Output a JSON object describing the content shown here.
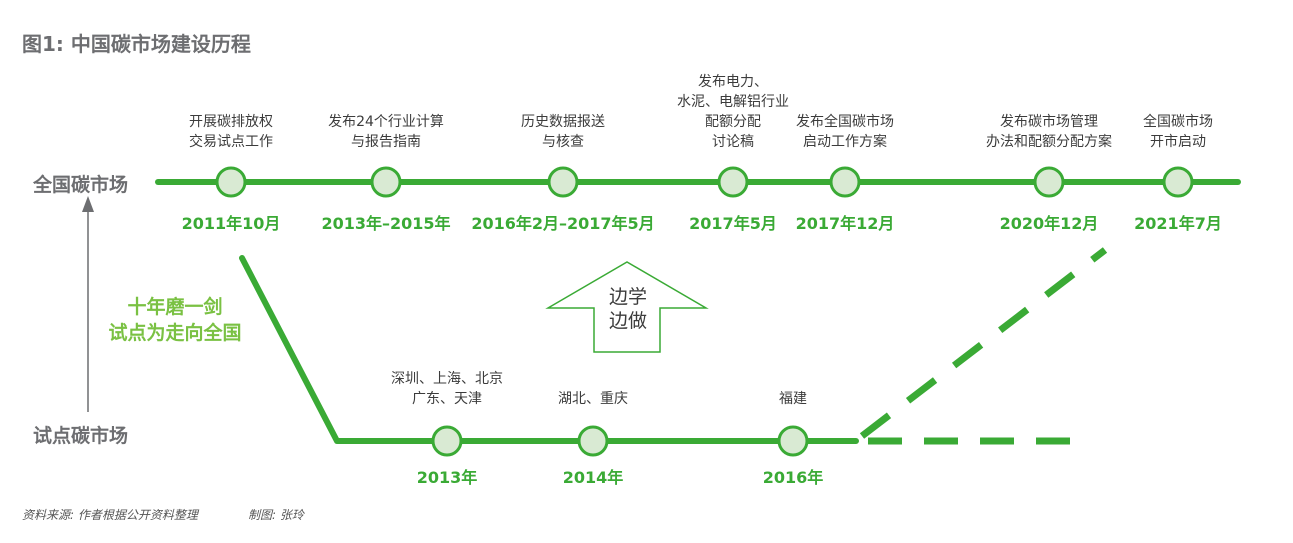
{
  "title": "图1: 中国碳市场建设历程",
  "national_label": "全国碳市场",
  "pilot_label": "试点碳市场",
  "slogan": [
    "十年磨一剑",
    "试点为走向全国"
  ],
  "center_arrow": [
    "边学",
    "边做"
  ],
  "national_events": [
    {
      "date": "2011年10月",
      "label": [
        "开展碳排放权",
        "交易试点工作"
      ]
    },
    {
      "date": "2013年–2015年",
      "label": [
        "发布24个行业计算",
        "与报告指南"
      ]
    },
    {
      "date": "2016年2月–2017年5月",
      "label": [
        "历史数据报送",
        "与核查"
      ]
    },
    {
      "date": "2017年5月",
      "label": [
        "发布电力、",
        "水泥、电解铝行业",
        "配额分配",
        "讨论稿"
      ]
    },
    {
      "date": "2017年12月",
      "label": [
        "发布全国碳市场",
        "启动工作方案"
      ]
    },
    {
      "date": "2020年12月",
      "label": [
        "发布碳市场管理",
        "办法和配额分配方案"
      ]
    },
    {
      "date": "2021年7月",
      "label": [
        "全国碳市场",
        "开市启动"
      ]
    }
  ],
  "pilot_events": [
    {
      "date": "2013年",
      "label": [
        "深圳、上海、北京",
        "广东、天津"
      ]
    },
    {
      "date": "2014年",
      "label": [
        "湖北、重庆"
      ]
    },
    {
      "date": "2016年",
      "label": [
        "福建"
      ]
    }
  ],
  "source": "资料来源: 作者根据公开资料整理",
  "credit": "制图: 张玲",
  "colors": {
    "line": "#3aaa35",
    "node_fill": "#d9ead3",
    "text_green": "#3aaa35",
    "slogan_green": "#7ac143",
    "gray": "#6d6e71"
  }
}
